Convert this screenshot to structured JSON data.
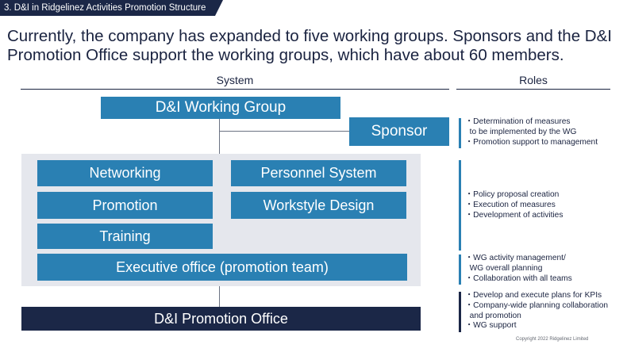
{
  "header": {
    "section_tag": "3. D&I in Ridgelinez Activities Promotion Structure",
    "headline": "Currently, the company has expanded to five working groups. Sponsors and the D&I Promotion Office support the working groups, which have about 60 members."
  },
  "columns": {
    "system": "System",
    "roles": "Roles"
  },
  "boxes": {
    "working_group": "D&I Working Group",
    "sponsor": "Sponsor",
    "networking": "Networking",
    "personnel_system": "Personnel System",
    "promotion": "Promotion",
    "workstyle_design": "Workstyle Design",
    "training": "Training",
    "executive_office": "Executive office (promotion team)",
    "promotion_office": "D&I Promotion Office"
  },
  "roles": [
    {
      "lines": [
        "・Determination of measures",
        "  to be implemented by the WG",
        "・Promotion support to management"
      ],
      "color": "#2a80b3"
    },
    {
      "lines": [
        "・Policy proposal creation",
        "・Execution of measures",
        "・Development of activities"
      ],
      "color": "#2a80b3"
    },
    {
      "lines": [
        "・WG activity management/",
        "  WG overall planning",
        "・Collaboration with all teams"
      ],
      "color": "#2a80b3"
    },
    {
      "lines": [
        "・Develop and execute plans for KPIs",
        "・Company-wide planning collaboration",
        "  and promotion",
        "・WG support"
      ],
      "color": "#1b2747"
    }
  ],
  "footer": {
    "copyright": "Copyright 2022 Ridgelinez Limited"
  },
  "colors": {
    "accent_blue": "#2a80b3",
    "navy": "#1b2747",
    "panel_gray": "#e5e7ed"
  }
}
